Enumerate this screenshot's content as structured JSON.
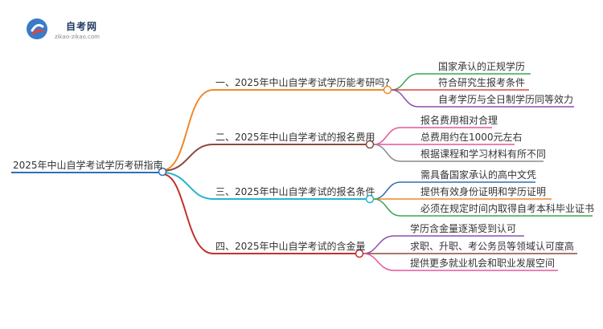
{
  "logo": {
    "title": "自考网",
    "url": "zikao-zikao.com"
  },
  "root": {
    "label": "2025年中山自学考试学历考研指南",
    "color": "#2f6fb5"
  },
  "branches": [
    {
      "label": "一、2025年中山自学考试学历能考研吗?",
      "color": "#f0892b",
      "children": [
        {
          "label": "国家承认的正规学历",
          "color": "#3aa655"
        },
        {
          "label": "符合研究生报考条件",
          "color": "#e0443e"
        },
        {
          "label": "自考学历与全日制学历同等效力",
          "color": "#8a4fb0"
        }
      ]
    },
    {
      "label": "二、2025年中山自学考试的报名费用",
      "color": "#8c4a3c",
      "children": [
        {
          "label": "报名费用相对合理",
          "color": "#e7579a"
        },
        {
          "label": "总费用约在1000元左右",
          "color": "#e7579a"
        },
        {
          "label": "根据课程和学习材料有所不同",
          "color": "#8a8a8a"
        }
      ]
    },
    {
      "label": "三、2025年中山自学考试的报名条件",
      "color": "#26b5c8",
      "children": [
        {
          "label": "需具备国家承认的高中文凭",
          "color": "#2f6fb5"
        },
        {
          "label": "提供有效身份证明和学历证明",
          "color": "#f0892b"
        },
        {
          "label": "必须在规定时间内取得自考本科毕业证书",
          "color": "#3aa655"
        }
      ]
    },
    {
      "label": "四、2025年中山自学考试的含金量",
      "color": "#c4302b",
      "children": [
        {
          "label": "学历含金量逐渐受到认可",
          "color": "#8a4fb0"
        },
        {
          "label": "求职、升职、考公务员等领域认可度高",
          "color": "#8c4a3c"
        },
        {
          "label": "提供更多就业机会和职业发展空间",
          "color": "#e7579a"
        }
      ]
    }
  ]
}
